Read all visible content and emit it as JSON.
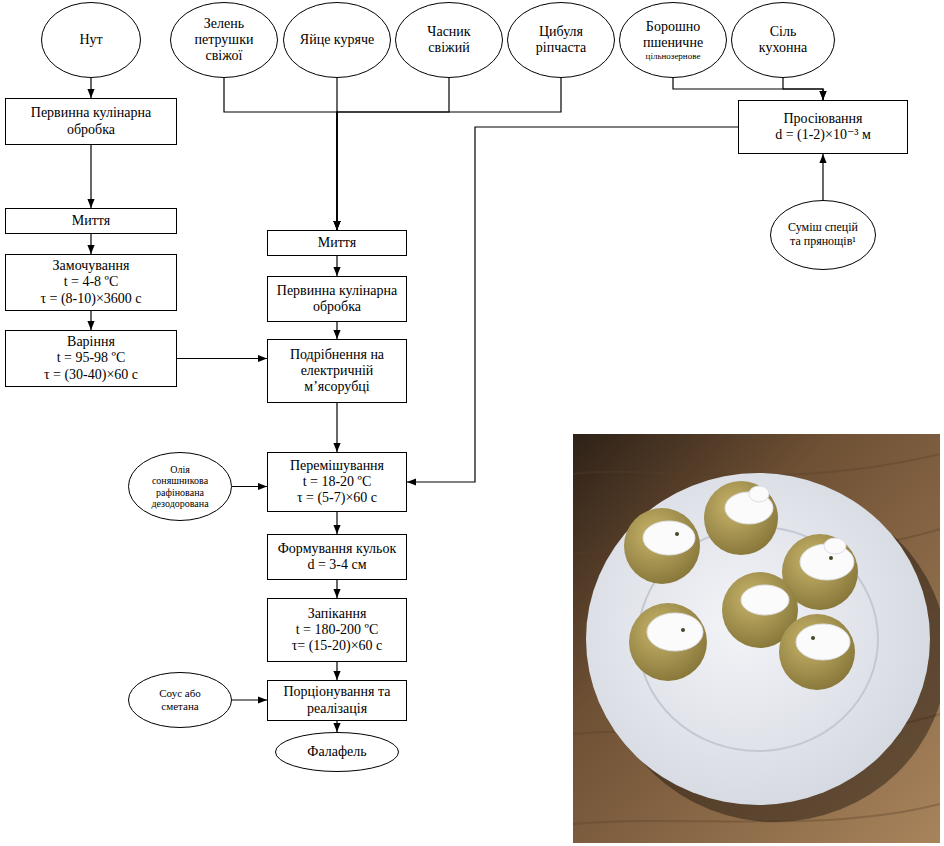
{
  "diagram": {
    "nodes": [
      {
        "text": [
          "Нут"
        ]
      },
      {
        "text": [
          "Зелень петрушки свіжої"
        ]
      },
      {
        "text": [
          "Яйце куряче"
        ]
      },
      {
        "text": [
          "Часник свіжий"
        ]
      },
      {
        "text": [
          "Цибуля ріпчаста"
        ]
      },
      {
        "text": [
          "Борошно пшеничне",
          "цільнозернове"
        ]
      },
      {
        "text": [
          "Сіль кухонна"
        ]
      },
      {
        "text": [
          "Первинна кулінарна обробка"
        ]
      },
      {
        "text": [
          "Миття"
        ]
      },
      {
        "text": [
          "Замочування",
          "t = 4-8 ºC",
          "τ = (8-10)×3600 с"
        ]
      },
      {
        "text": [
          "Варіння",
          "t = 95-98 ºC",
          "τ = (30-40)×60 с"
        ]
      },
      {
        "text": [
          "Миття"
        ]
      },
      {
        "text": [
          "Первинна кулінарна обробка"
        ]
      },
      {
        "text": [
          "Подрібнення на електричній м’ясорубці"
        ]
      },
      {
        "text": [
          "Просіювання",
          "d = (1-2)×10⁻³ м"
        ]
      },
      {
        "text": [
          "Суміш спецій та прянощів¹"
        ]
      },
      {
        "text": [
          "Олія соняшникова рафінована дезодорована"
        ]
      },
      {
        "text": [
          "Перемішування",
          "t = 18-20 ºC",
          "τ = (5-7)×60 с"
        ]
      },
      {
        "text": [
          "Формування кульок",
          "d = 3-4 см"
        ]
      },
      {
        "text": [
          "Запікання",
          "t = 180-200 ºC",
          "τ= (15-20)×60 с"
        ]
      },
      {
        "text": [
          "Соус або сметана"
        ]
      },
      {
        "text": [
          "Порціонування та реалізація"
        ]
      },
      {
        "text": [
          "Фалафель"
        ]
      }
    ],
    "edges": [
      {
        "from": 0,
        "to": 7,
        "arrow": "to"
      },
      {
        "from": 7,
        "to": 8,
        "arrow": "to"
      },
      {
        "from": 8,
        "to": 9,
        "arrow": "to"
      },
      {
        "from": 9,
        "to": 10,
        "arrow": "to"
      },
      {
        "from": 1,
        "to": 11,
        "arrow": "to"
      },
      {
        "from": 2,
        "to": 11,
        "arrow": "to"
      },
      {
        "from": 3,
        "to": 11,
        "arrow": "to"
      },
      {
        "from": 4,
        "to": 11,
        "arrow": "to"
      },
      {
        "from": 5,
        "to": 14,
        "arrow": "to"
      },
      {
        "from": 6,
        "to": 14,
        "arrow": "to"
      },
      {
        "from": 15,
        "to": 14,
        "arrow": "to"
      },
      {
        "from": 11,
        "to": 12,
        "arrow": "to"
      },
      {
        "from": 12,
        "to": 13,
        "arrow": "to"
      },
      {
        "from": 10,
        "to": 13,
        "arrow": "to"
      },
      {
        "from": 13,
        "to": 17,
        "arrow": "to"
      },
      {
        "from": 16,
        "to": 17,
        "arrow": "to"
      },
      {
        "from": 14,
        "to": 17,
        "arrow": "to"
      },
      {
        "from": 17,
        "to": 18,
        "arrow": "to"
      },
      {
        "from": 18,
        "to": 19,
        "arrow": "to"
      },
      {
        "from": 19,
        "to": 21,
        "arrow": "to"
      },
      {
        "from": 20,
        "to": 21,
        "arrow": "to"
      },
      {
        "from": 21,
        "to": 22,
        "arrow": "to"
      }
    ]
  }
}
